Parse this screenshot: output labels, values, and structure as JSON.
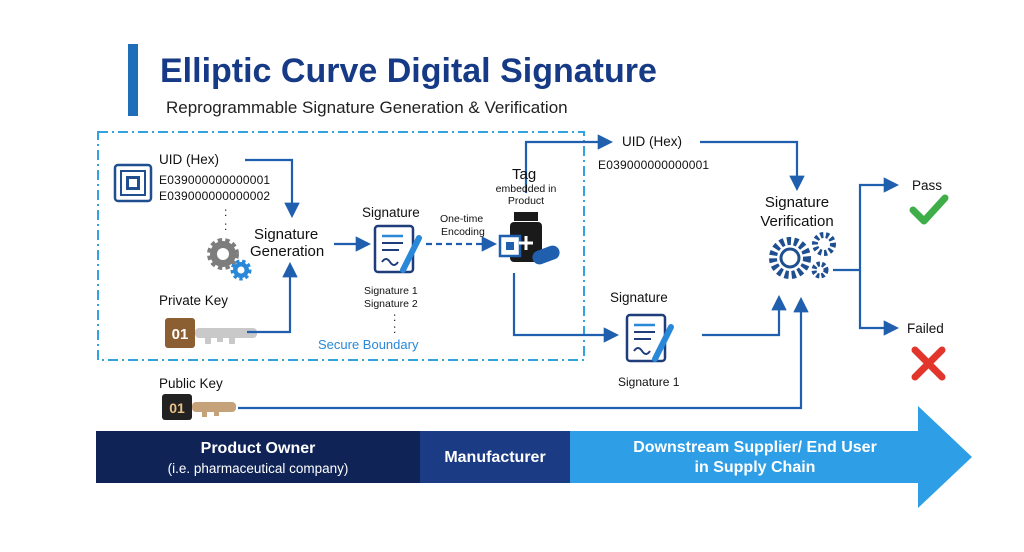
{
  "header": {
    "title": "Elliptic Curve Digital Signature",
    "subtitle": "Reprogrammable Signature Generation & Verification"
  },
  "owner": {
    "uid_label": "UID (Hex)",
    "uid_value_1": "E039000000000001",
    "uid_value_2": "E039000000000002",
    "ellipsis": ":",
    "sig_gen_line1": "Signature",
    "sig_gen_line2": "Generation",
    "private_key_label": "Private Key",
    "key_text": "01",
    "public_key_label": "Public Key",
    "signature_label": "Signature",
    "signature_1": "Signature 1",
    "signature_2": "Signature 2",
    "encoding_line1": "One-time",
    "encoding_line2": "Encoding",
    "secure_boundary": "Secure Boundary"
  },
  "tag": {
    "title": "Tag",
    "sub_line1": "embedded in",
    "sub_line2": "Product"
  },
  "verify": {
    "uid_label": "UID (Hex)",
    "uid_value": "E039000000000001",
    "title_line1": "Signature",
    "title_line2": "Verification",
    "signature_label": "Signature",
    "signature_value": "Signature 1",
    "pass_label": "Pass",
    "failed_label": "Failed"
  },
  "band": {
    "owner_title": "Product Owner",
    "owner_sub": "(i.e. pharmaceutical company)",
    "manufacturer": "Manufacturer",
    "downstream_line1": "Downstream Supplier/ End User",
    "downstream_line2": "in Supply Chain"
  },
  "colors": {
    "arrow": "#1f5fae",
    "boundary": "#33a3e0",
    "pass": "#3fae49",
    "failed": "#e2352b",
    "band_owner": "#0f2356",
    "band_manufacturer": "#1b3b84",
    "band_downstream": "#2e9ee6"
  },
  "icons": [
    "rfid-chip-icon",
    "gears-icon",
    "key-icon",
    "document-pen-icon",
    "medicine-tag-icon",
    "check-icon",
    "cross-icon"
  ]
}
